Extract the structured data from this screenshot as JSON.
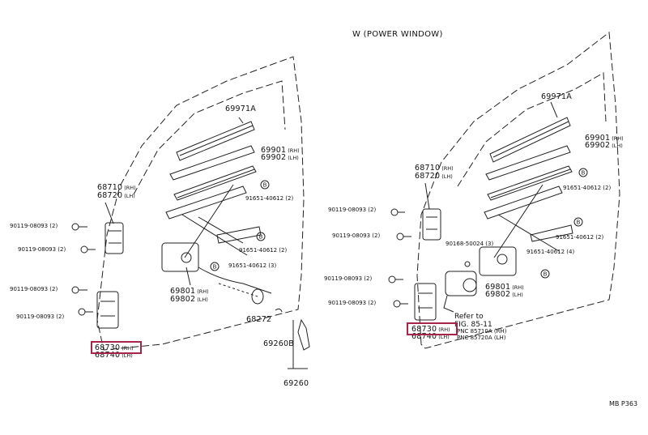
{
  "section_title": "W (POWER WINDOW)",
  "page_ref": "MB  P363",
  "left": {
    "p69971a": "69971A",
    "p69901": "69901",
    "p69902": "69902",
    "p68710": "68710",
    "p68720": "68720",
    "bolt_a": "90119-08093 (2)",
    "bolt_b": "90119-08093 (2)",
    "bolt_c": "90119-08093 (2)",
    "bolt_d": "90119-08093 (2)",
    "screw_1": "91651-40612 (2)",
    "screw_2": "91651-40612 (2)",
    "screw_3": "91651-40612 (3)",
    "p69801": "69801",
    "p69802": "69802",
    "p68730": "68730",
    "p68740": "68740",
    "p68272": "68272",
    "p69260b": "69260B",
    "p69260": "69260"
  },
  "right": {
    "p69971a": "69971A",
    "p69901": "69901",
    "p69902": "69902",
    "p68710": "68710",
    "p68720": "68720",
    "bolt_a": "90119-08093 (2)",
    "bolt_b": "90119-08093 (2)",
    "bolt_c": "90119-08093 (2)",
    "bolt_d": "90119-08093 (2)",
    "screw_1": "91651-40612 (2)",
    "screw_2": "91651-40612 (2)",
    "screw_3": "91651-40612 (4)",
    "p90168": "90168-50024 (3)",
    "p69801": "69801",
    "p69802": "69802",
    "p68730": "68730",
    "p68740": "68740",
    "refer": "Refer to",
    "fig": "FIG. 85-11",
    "pnc1": "PNC 85710A (RH)",
    "pnc2": "PNC 85720A (LH)"
  },
  "side": {
    "rh": "(RH)",
    "lh": "(LH)"
  },
  "callout": "B",
  "highlight_color": "#a8254a"
}
